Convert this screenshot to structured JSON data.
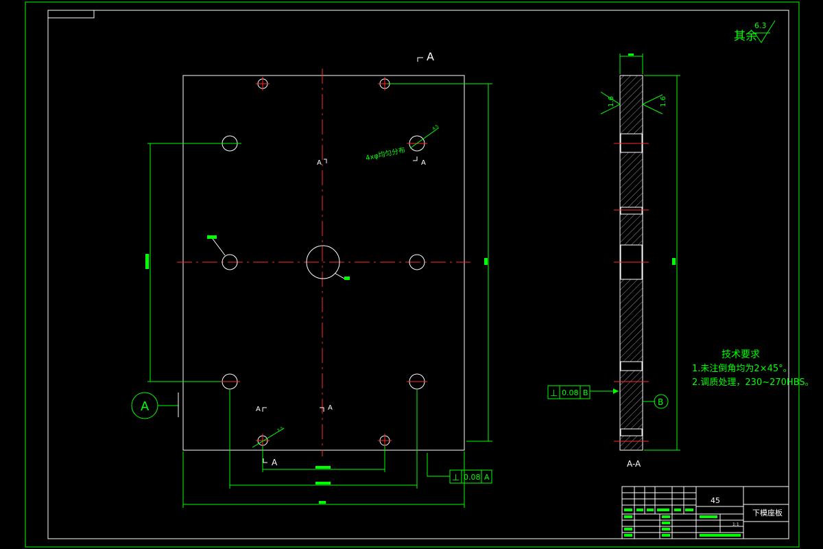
{
  "drawing": {
    "surface_roughness_rest": {
      "label": "其余",
      "value": "6.3"
    },
    "section_marker": "A",
    "section_title": "A-A",
    "view_label": "A",
    "datum_b": "B",
    "bolt_pattern_note": "4xφ均匀分布",
    "roughness_side": [
      "1.6",
      "1.6"
    ],
    "tolerance_front": {
      "symbol": "⊥",
      "value": "0.08",
      "datum": "A"
    },
    "tolerance_side": {
      "symbol": "⊥",
      "value": "0.08",
      "datum": "B"
    },
    "tech_requirements": {
      "title": "技术要求",
      "items": [
        "1.未注倒角均为2×45°。",
        "2.调质处理，230~270HBS。"
      ]
    },
    "title_block": {
      "material": "45",
      "part_name": "下模座板",
      "scale": "1:1"
    }
  },
  "colors": {
    "outline": "#ffffff",
    "dimension": "#00ff00",
    "centerline": "#ff2a2a",
    "background": "#000000"
  }
}
